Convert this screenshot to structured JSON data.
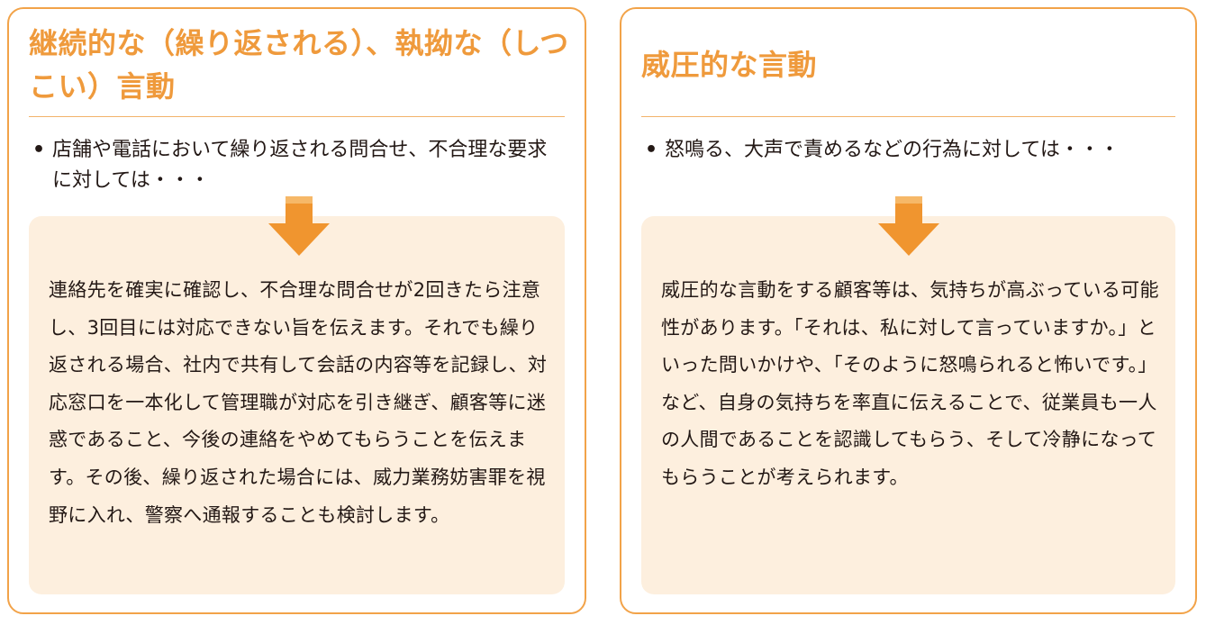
{
  "left_card": {
    "title": "継続的な（繰り返される）、執拗な（しつこい）言動",
    "bullet": "店舗や電話において繰り返される問合せ、不合理な要求に対しては・・・",
    "body": "連絡先を確実に確認し、不合理な問合せが2回きたら注意し、3回目には対応できない旨を伝えます。それでも繰り返される場合、社内で共有して会話の内容等を記録し、対応窓口を一本化して管理職が対応を引き継ぎ、顧客等に迷惑であること、今後の連絡をやめてもらうことを伝えます。その後、繰り返された場合には、威力業務妨害罪を視野に入れ、警察へ通報することも検討します。"
  },
  "right_card": {
    "title": "威圧的な言動",
    "bullet": "怒鳴る、大声で責めるなどの行為に対しては・・・",
    "body": "威圧的な言動をする顧客等は、気持ちが高ぶっている可能性があります。「それは、私に対して言っていますか。」といった問いかけや、「そのように怒鳴られると怖いです。」など、自身の気持ちを率直に伝えることで、従業員も一人の人間であることを認識してもらう、そして冷静になってもらうことが考えられます。"
  },
  "bullet_symbol": "•",
  "colors": {
    "accent": "#ef9a3c",
    "border": "#f2a349",
    "panel": "#fdefde",
    "arrow": "#f0952f",
    "arrow_stem": "#f6b868",
    "text": "#231815"
  },
  "icons": {
    "arrow": "down-arrow-icon"
  }
}
